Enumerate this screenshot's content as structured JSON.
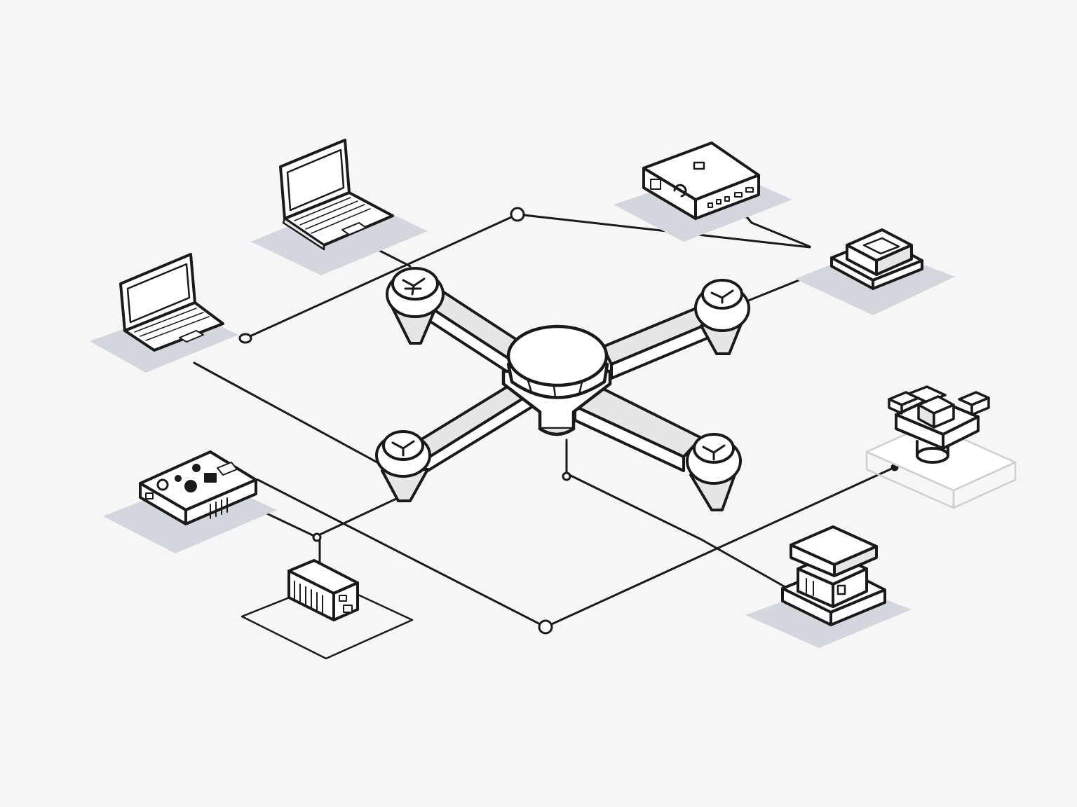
{
  "diagram": {
    "colors": {
      "background": "#f6f6f6",
      "ink": "#1a1a1a",
      "shadow": "#d3d6dc",
      "panel": "#ffffff",
      "fill_light": "#e6e6e8"
    },
    "nodes": [
      {
        "name": "drone-hub",
        "icon": "quadcopter-drone-icon"
      },
      {
        "name": "laptop-top",
        "icon": "laptop-icon"
      },
      {
        "name": "laptop-left",
        "icon": "laptop-icon"
      },
      {
        "name": "media-box",
        "icon": "set-top-box-icon"
      },
      {
        "name": "router-small",
        "icon": "router-icon"
      },
      {
        "name": "control-unit",
        "icon": "controller-device-icon"
      },
      {
        "name": "battery-pack",
        "icon": "battery-module-icon"
      },
      {
        "name": "server-module",
        "icon": "server-module-icon"
      },
      {
        "name": "charging-station",
        "icon": "docking-station-icon"
      }
    ]
  }
}
